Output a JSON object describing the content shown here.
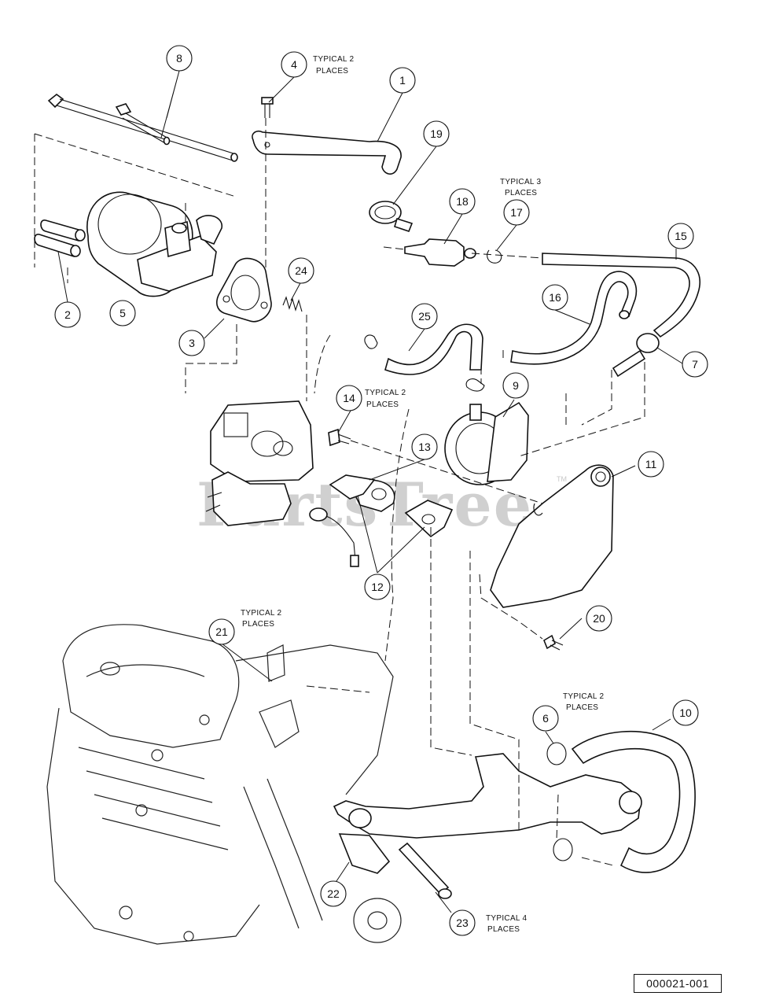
{
  "callouts": [
    {
      "id": "1",
      "label": "1"
    },
    {
      "id": "2",
      "label": "2"
    },
    {
      "id": "3",
      "label": "3"
    },
    {
      "id": "4",
      "label": "4"
    },
    {
      "id": "5",
      "label": "5"
    },
    {
      "id": "6",
      "label": "6"
    },
    {
      "id": "7",
      "label": "7"
    },
    {
      "id": "8",
      "label": "8"
    },
    {
      "id": "9",
      "label": "9"
    },
    {
      "id": "10",
      "label": "10"
    },
    {
      "id": "11",
      "label": "11"
    },
    {
      "id": "12",
      "label": "12"
    },
    {
      "id": "13",
      "label": "13"
    },
    {
      "id": "14",
      "label": "14"
    },
    {
      "id": "15",
      "label": "15"
    },
    {
      "id": "16",
      "label": "16"
    },
    {
      "id": "17",
      "label": "17"
    },
    {
      "id": "18",
      "label": "18"
    },
    {
      "id": "19",
      "label": "19"
    },
    {
      "id": "20",
      "label": "20"
    },
    {
      "id": "21",
      "label": "21"
    },
    {
      "id": "22",
      "label": "22"
    },
    {
      "id": "23",
      "label": "23"
    },
    {
      "id": "24",
      "label": "24"
    },
    {
      "id": "25",
      "label": "25"
    }
  ],
  "notes": {
    "typical_2": "TYPICAL 2",
    "typical_3": "TYPICAL 3",
    "typical_4": "TYPICAL 4",
    "places": "PLACES"
  },
  "watermark": {
    "text": "PartsTree",
    "tm": "TM"
  },
  "reference_number": "000021-001"
}
